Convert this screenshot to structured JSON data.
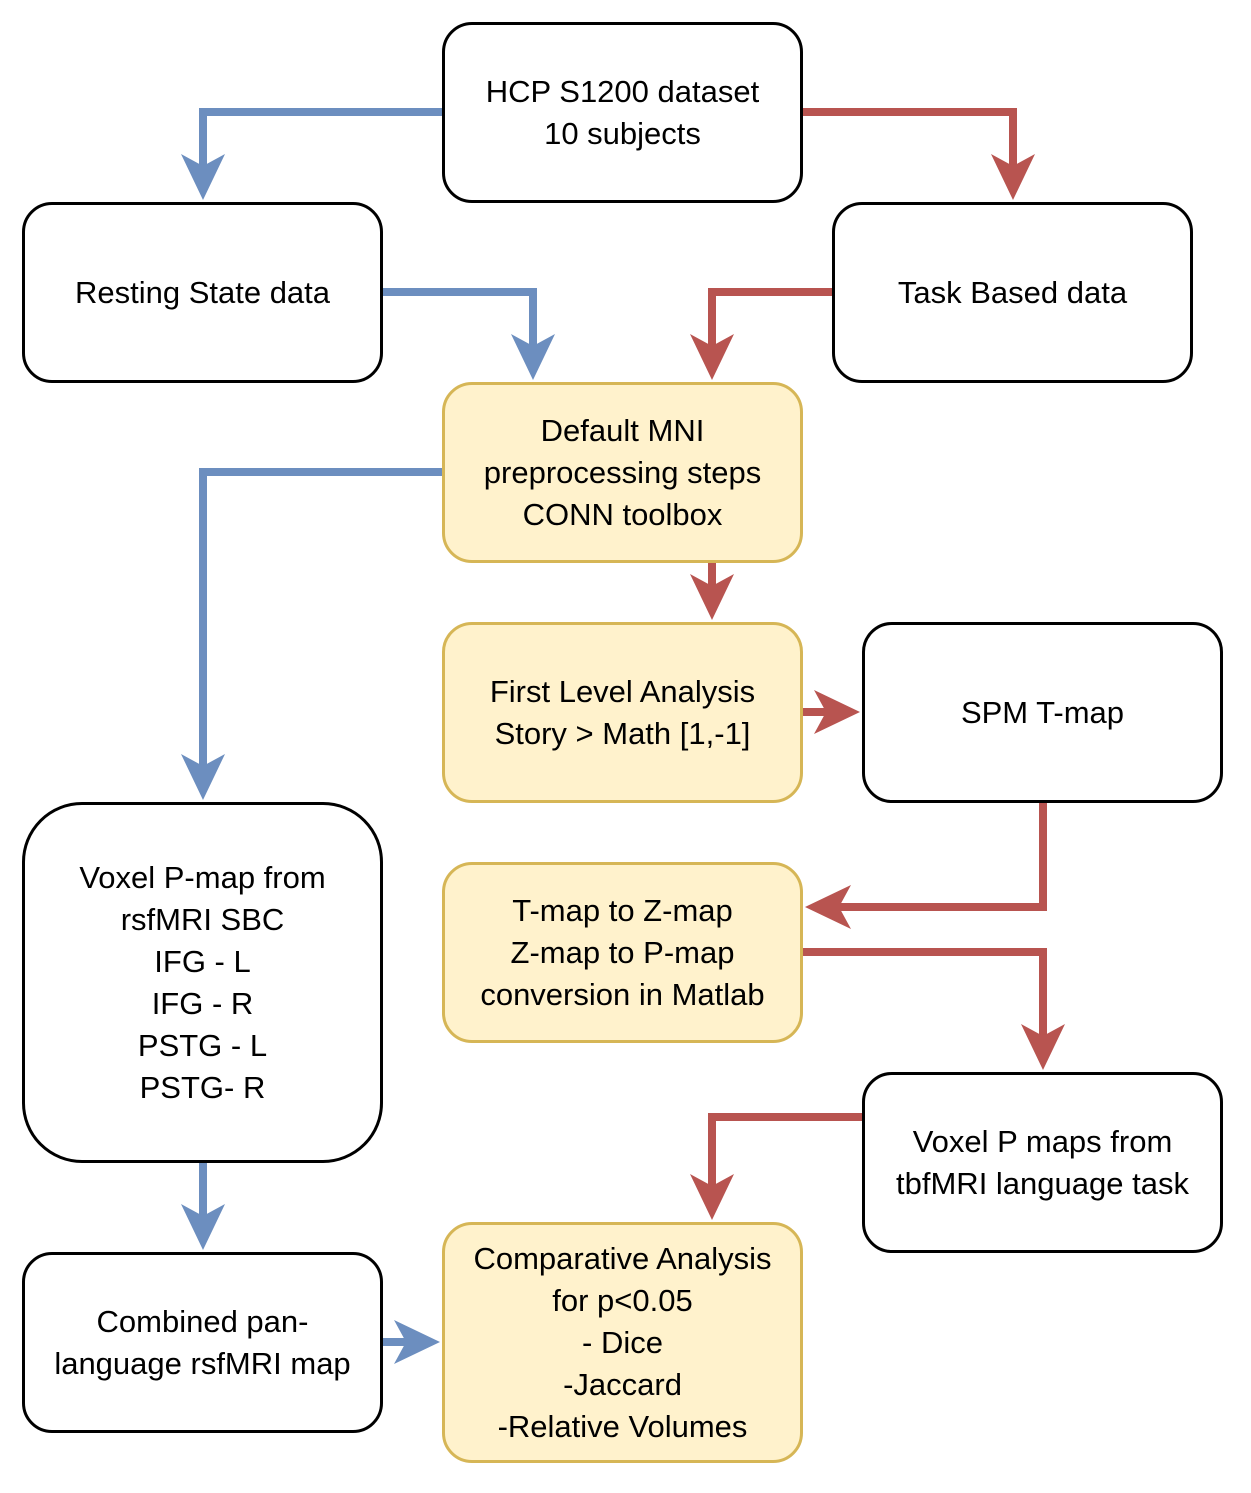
{
  "colors": {
    "resting_flow": "#6c8ebf",
    "task_flow": "#b85450",
    "process_fill": "#fff2cc",
    "process_border": "#d6b656",
    "node_border": "#000000"
  },
  "nodes": {
    "hcp_dataset": {
      "lines": [
        "HCP S1200 dataset",
        "10 subjects"
      ]
    },
    "resting_state": {
      "lines": [
        "Resting State data"
      ]
    },
    "task_based": {
      "lines": [
        "Task Based data"
      ]
    },
    "preprocessing": {
      "lines": [
        "Default MNI",
        "preprocessing steps",
        "CONN toolbox"
      ]
    },
    "first_level": {
      "lines": [
        "First Level Analysis",
        "Story > Math [1,-1]"
      ]
    },
    "spm_tmap": {
      "lines": [
        "SPM T-map"
      ]
    },
    "voxel_pmap_rsfmri": {
      "lines": [
        "Voxel P-map from",
        "rsfMRI SBC",
        "IFG - L",
        "IFG - R",
        "PSTG - L",
        "PSTG- R"
      ]
    },
    "tmap_conversion": {
      "lines": [
        "T-map to Z-map",
        "Z-map to P-map",
        "conversion in Matlab"
      ]
    },
    "voxel_pmaps_tbfmri": {
      "lines": [
        "Voxel P maps from",
        "tbfMRI language task"
      ]
    },
    "combined_map": {
      "lines": [
        "Combined pan-",
        "language rsfMRI map"
      ]
    },
    "comparative_analysis": {
      "lines": [
        "Comparative Analysis",
        "for p<0.05",
        "- Dice",
        "-Jaccard",
        "-Relative Volumes"
      ]
    }
  },
  "edges": [
    {
      "from": "hcp_dataset",
      "to": "resting_state",
      "flow": "resting"
    },
    {
      "from": "hcp_dataset",
      "to": "task_based",
      "flow": "task"
    },
    {
      "from": "resting_state",
      "to": "preprocessing",
      "flow": "resting"
    },
    {
      "from": "task_based",
      "to": "preprocessing",
      "flow": "task"
    },
    {
      "from": "preprocessing",
      "to": "voxel_pmap_rsfmri",
      "flow": "resting"
    },
    {
      "from": "preprocessing",
      "to": "first_level",
      "flow": "task"
    },
    {
      "from": "first_level",
      "to": "spm_tmap",
      "flow": "task"
    },
    {
      "from": "spm_tmap",
      "to": "tmap_conversion",
      "flow": "task"
    },
    {
      "from": "tmap_conversion",
      "to": "voxel_pmaps_tbfmri",
      "flow": "task"
    },
    {
      "from": "voxel_pmaps_tbfmri",
      "to": "comparative_analysis",
      "flow": "task"
    },
    {
      "from": "voxel_pmap_rsfmri",
      "to": "combined_map",
      "flow": "resting"
    },
    {
      "from": "combined_map",
      "to": "comparative_analysis",
      "flow": "resting"
    }
  ]
}
